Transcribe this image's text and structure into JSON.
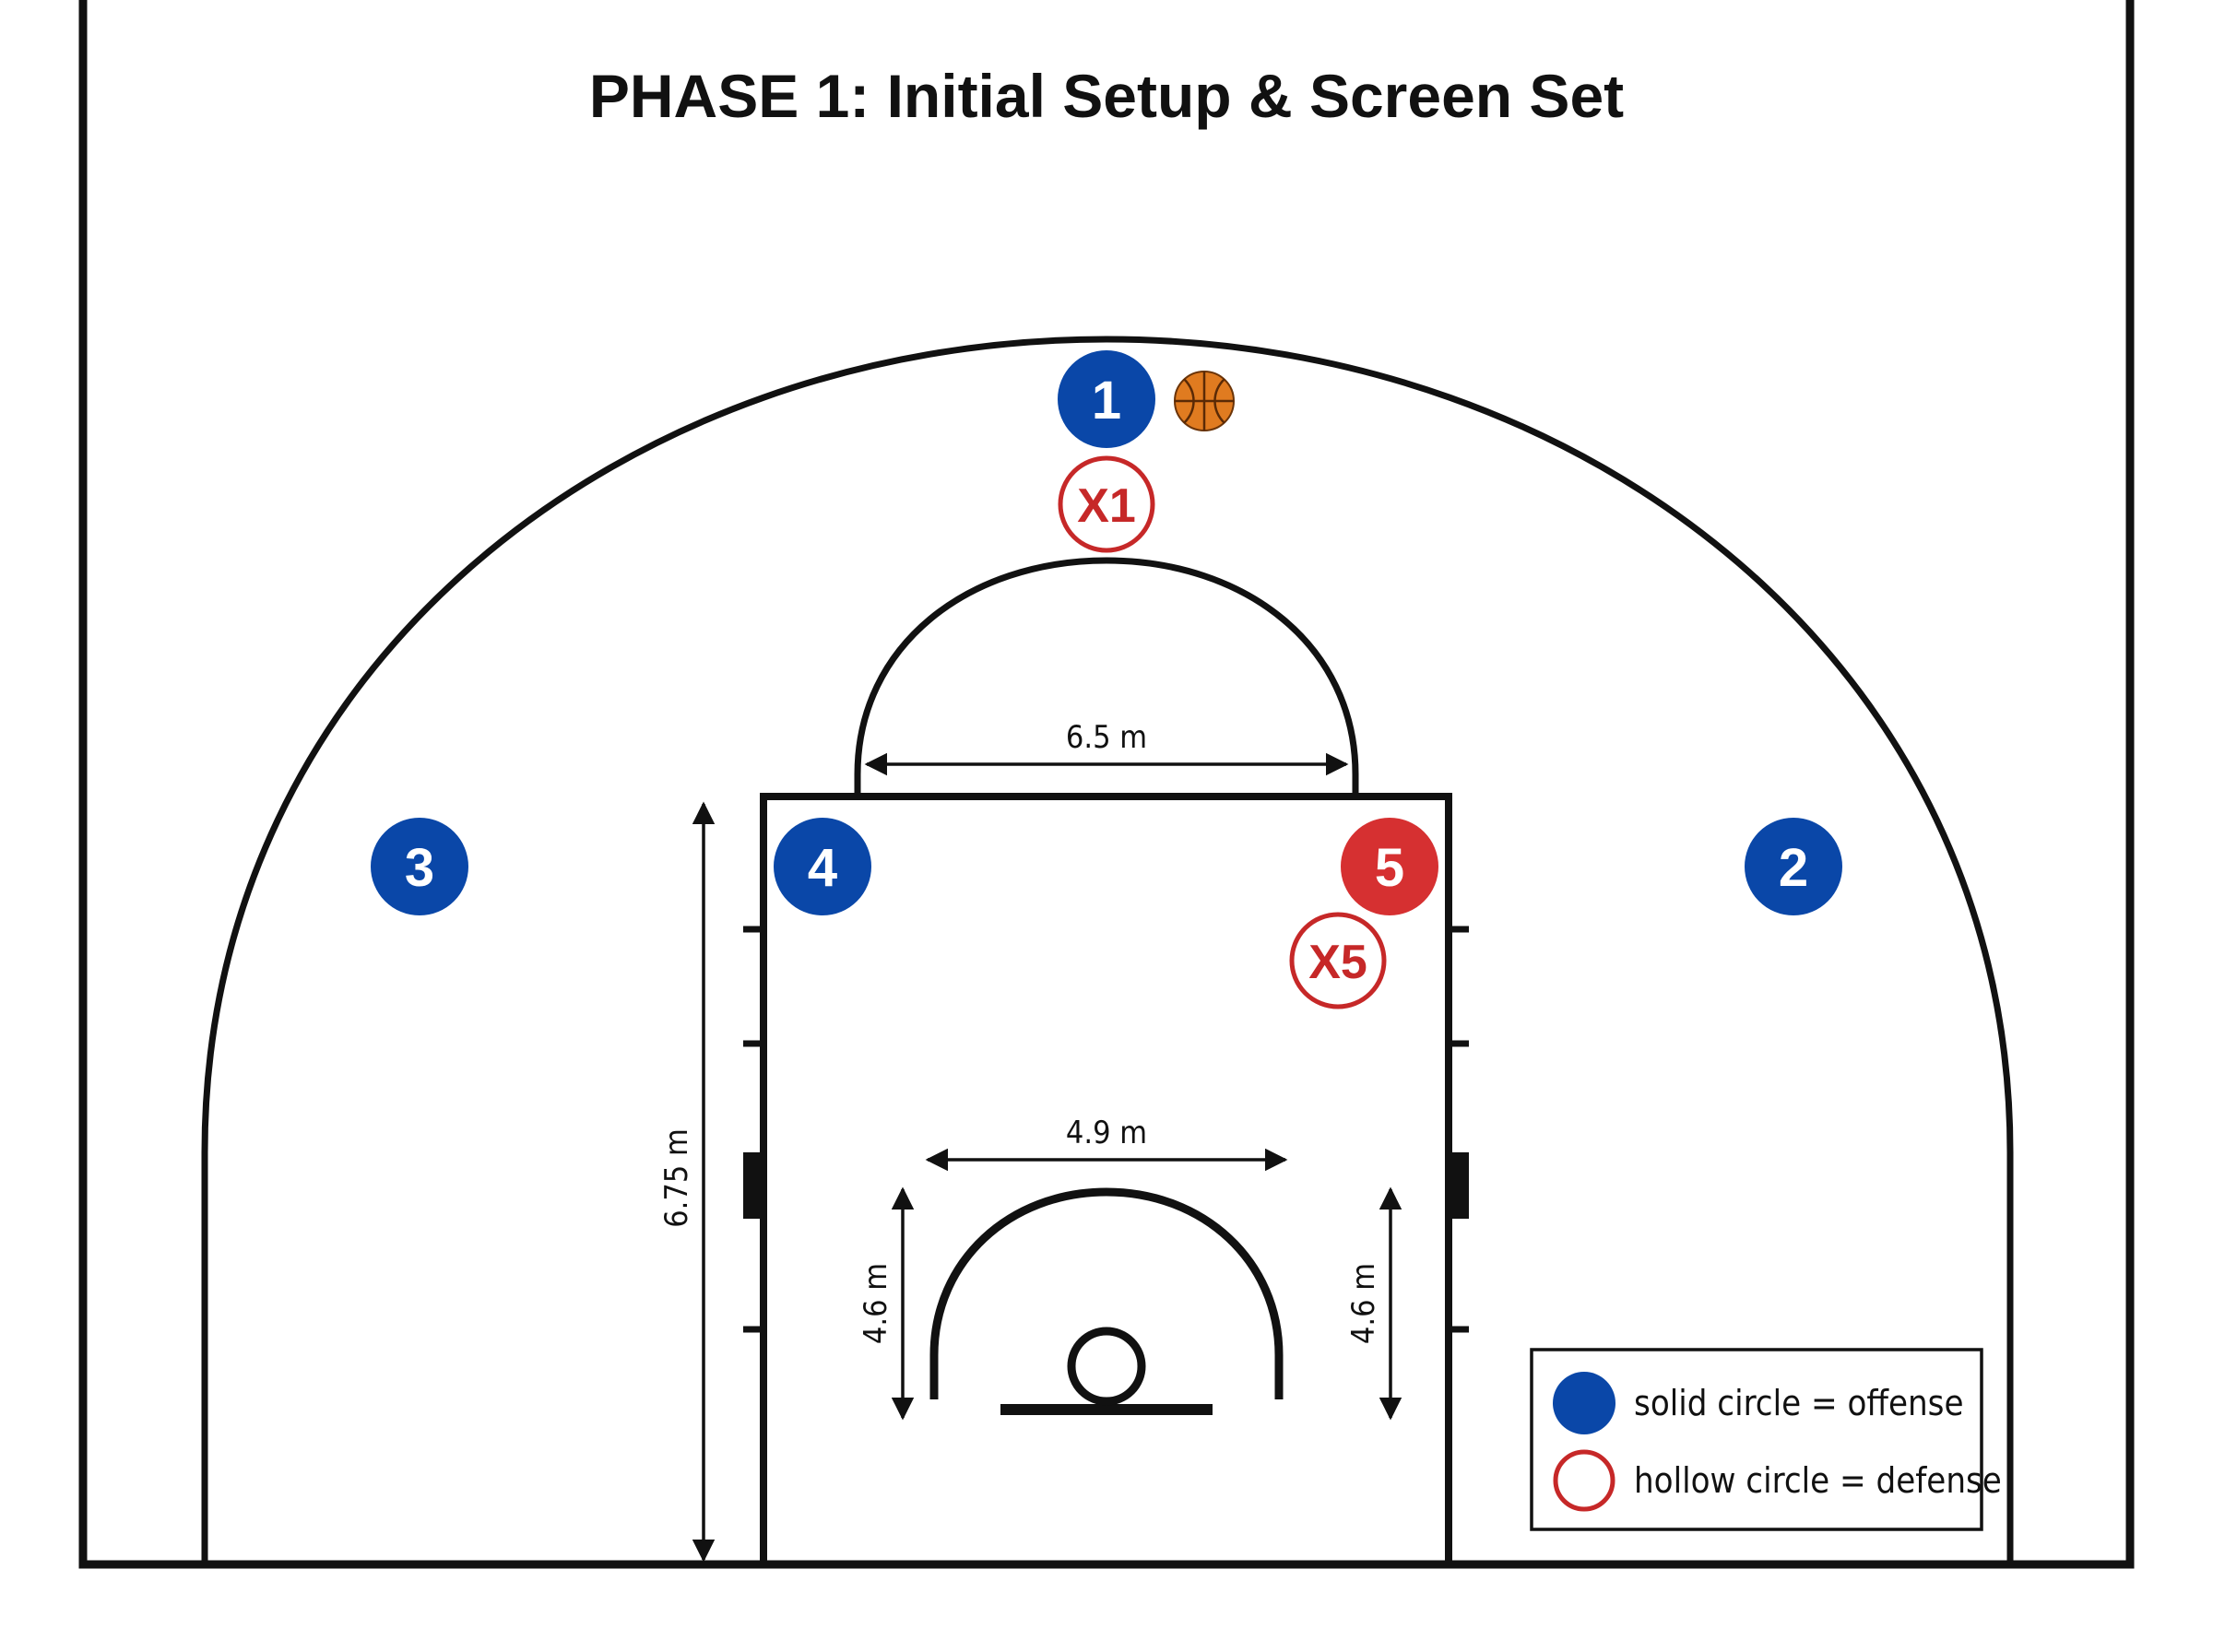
{
  "title": "PHASE 1: Initial Setup & Screen Set",
  "dimensions": {
    "key_width": "6.5 m",
    "key_length": "6.75 m",
    "restricted_width": "4.9 m",
    "left_height": "4.6 m",
    "right_height": "4.6 m"
  },
  "players": {
    "p1": "1",
    "p2": "2",
    "p3": "3",
    "p4": "4",
    "p5": "5",
    "x1": "X1",
    "x5": "X5"
  },
  "legend": {
    "offense": "solid circle = offense",
    "defense": "hollow circle = defense"
  },
  "colors": {
    "offense": "#0a47a8",
    "screener": "#d63031",
    "defense": "#c62828",
    "lines": "#111111",
    "ball": "#e07b20"
  },
  "icons": {
    "ball": "basketball-icon"
  }
}
